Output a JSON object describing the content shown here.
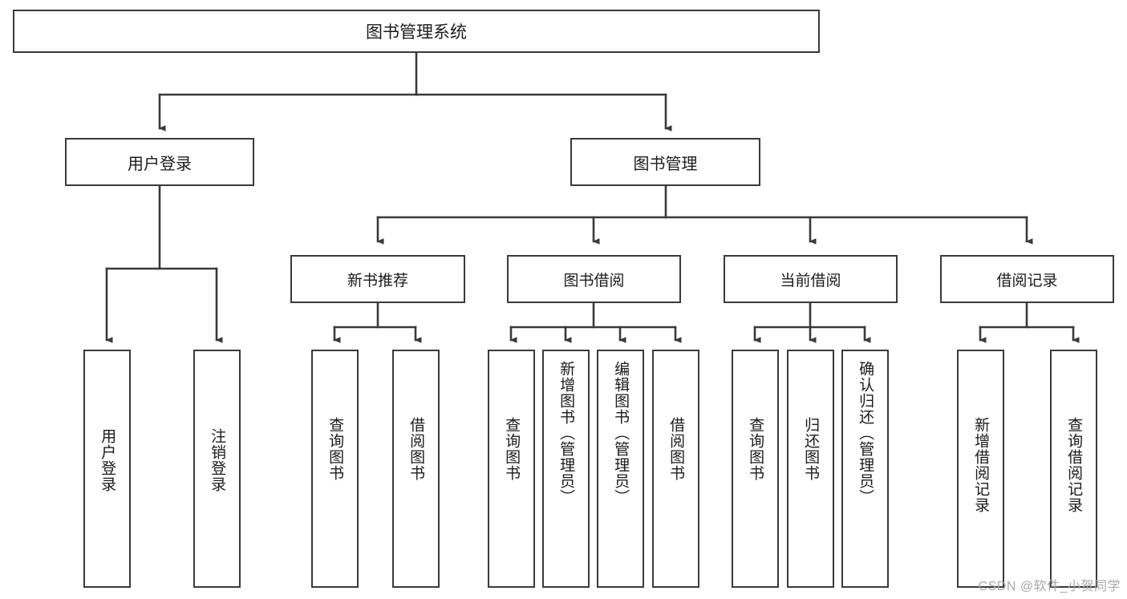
{
  "diagram": {
    "title": "图书管理系统",
    "type": "tree-hierarchy-diagram",
    "colors": {
      "box_border": "#3a3a3a",
      "box_fill": "#ffffff",
      "line": "#3a3a3a",
      "text": "#1b1b1b",
      "watermark": "#a8a8a8",
      "background": "#ffffff"
    },
    "root": {
      "id": "root",
      "label": "图书管理系统"
    },
    "level2": [
      {
        "id": "user-login",
        "label": "用户登录"
      },
      {
        "id": "book-management",
        "label": "图书管理"
      }
    ],
    "level3": [
      {
        "id": "new-book-recommend",
        "label": "新书推荐",
        "parent": "book-management"
      },
      {
        "id": "book-borrow",
        "label": "图书借阅",
        "parent": "book-management"
      },
      {
        "id": "current-borrow",
        "label": "当前借阅",
        "parent": "book-management"
      },
      {
        "id": "borrow-record",
        "label": "借阅记录",
        "parent": "book-management"
      }
    ],
    "leaves": {
      "user_login": [
        {
          "id": "leaf-user-login",
          "label": "用户登录"
        },
        {
          "id": "leaf-user-logout",
          "label": "注销登录"
        }
      ],
      "new_book_recommend": [
        {
          "id": "leaf-query-book-1",
          "label": "查询图书"
        },
        {
          "id": "leaf-borrow-book-1",
          "label": "借阅图书"
        }
      ],
      "book_borrow": [
        {
          "id": "leaf-query-book-2",
          "label": "查询图书"
        },
        {
          "id": "leaf-add-book",
          "label": "新增图书（管理员）"
        },
        {
          "id": "leaf-edit-book",
          "label": "编辑图书（管理员）"
        },
        {
          "id": "leaf-borrow-book-2",
          "label": "借阅图书"
        }
      ],
      "current_borrow": [
        {
          "id": "leaf-query-book-3",
          "label": "查询图书"
        },
        {
          "id": "leaf-return-book",
          "label": "归还图书"
        },
        {
          "id": "leaf-confirm-return",
          "label": "确认归还（管理员）"
        }
      ],
      "borrow_record": [
        {
          "id": "leaf-add-record",
          "label": "新增借阅记录"
        },
        {
          "id": "leaf-query-record",
          "label": "查询借阅记录"
        }
      ]
    }
  },
  "watermark": {
    "text": "CSDN @软件_小贺同学"
  }
}
